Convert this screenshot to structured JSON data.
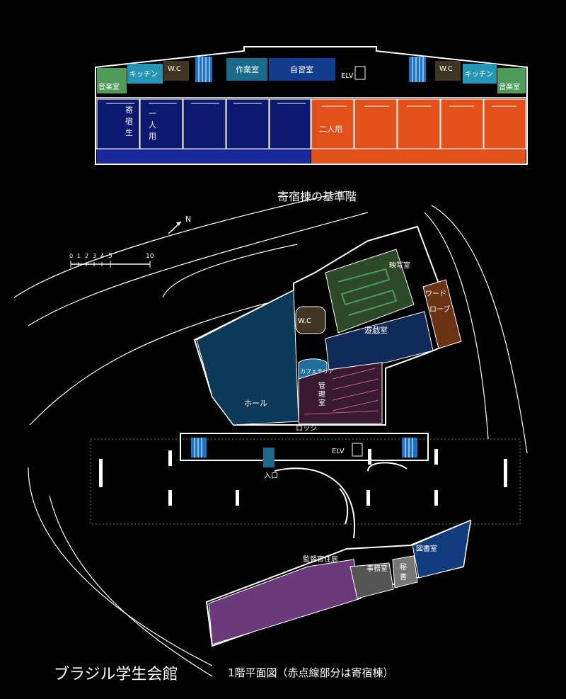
{
  "colors": {
    "background": "#000000",
    "dorm_single": "#0b1a6e",
    "dorm_double": "#e4501a",
    "music": "#4e9a5a",
    "kitchen": "#2596b4",
    "wc": "#3f3520",
    "workroom": "#1a6a8a",
    "study": "#123c8c",
    "hall": "#0e3a5a",
    "theater": "#2c4a28",
    "game": "#102a5a",
    "wardrobe": "#6a3414",
    "office_mgmt": "#3a1a30",
    "cafe": "#1e6e9a",
    "director": "#6a3a7a",
    "business": "#555555",
    "secretary": "#777777",
    "library": "#123c7c",
    "stair": "#1e74c4"
  },
  "upper_floor": {
    "title": "寄宿棟の基準階",
    "rooms": {
      "music_left": "音楽室",
      "kitchen_left": "キッチン",
      "wc_left": "W.C",
      "workroom": "作業室",
      "study": "自習室",
      "elv": "ELV",
      "wc_right": "W.C",
      "kitchen_right": "キッチン",
      "music_right": "音楽室",
      "single_chars": [
        "寄",
        "宿",
        "生"
      ],
      "single_chars2": [
        "一",
        "人",
        "用"
      ],
      "double": "二人用"
    }
  },
  "north": "N",
  "scale": {
    "small_labels": [
      "0",
      "1",
      "2",
      "3",
      "4",
      "5"
    ],
    "label_5": "5",
    "label_10": "10"
  },
  "ground_floor": {
    "rooms": {
      "theater": "映写室",
      "wardrobe_1": "ワード",
      "wardrobe_2": "ローブ",
      "wc": "W.C",
      "game": "遊戯室",
      "cafe": "カフェテリア",
      "mgmt_1": "管",
      "mgmt_2": "理",
      "mgmt_3": "室",
      "hall": "ホール",
      "lodge": "ロッジ",
      "elv": "ELV",
      "entrance": "入口",
      "library": "図書室",
      "director": "監督官住居",
      "business": "事務室",
      "secretary_1": "秘",
      "secretary_2": "書"
    }
  },
  "titles": {
    "main": "ブラジル学生会館",
    "sub": "1階平面図（赤点線部分は寄宿棟）"
  }
}
